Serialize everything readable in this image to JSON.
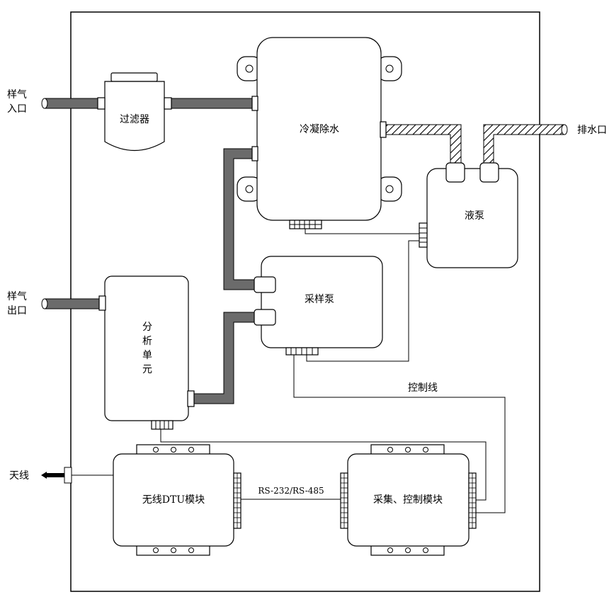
{
  "labels": {
    "sample_gas_inlet": [
      "样气",
      "入口"
    ],
    "sample_gas_outlet": [
      "样气",
      "出口"
    ],
    "filter": "过滤器",
    "condenser": "冷凝除水",
    "drain_outlet": "排水口",
    "liquid_pump": "液泵",
    "sampling_pump": "采样泵",
    "analysis_unit": [
      "分",
      "析",
      "单",
      "元"
    ],
    "control_line": "控制线",
    "antenna": "天线",
    "dtu_module": "无线DTU模块",
    "serial_link": "RS-232/RS-485",
    "acq_control_module": "采集、控制模块"
  }
}
